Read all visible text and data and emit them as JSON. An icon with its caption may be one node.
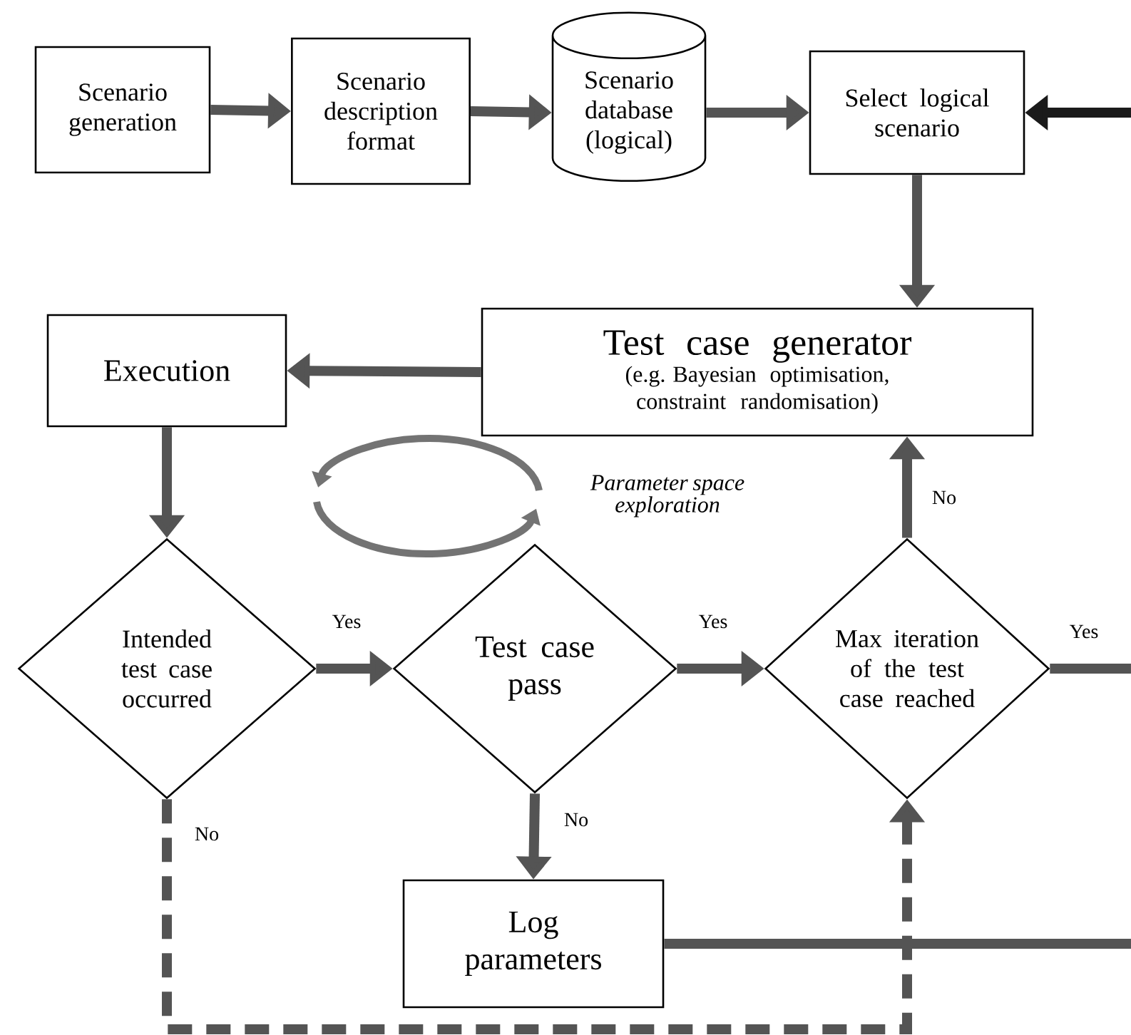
{
  "diagram": {
    "nodes": [
      {
        "text": [
          "Scenario generation"
        ]
      },
      {
        "text": [
          "Scenario description format"
        ]
      },
      {
        "text": [
          "Scenario database (logical)"
        ]
      },
      {
        "text": [
          "Select logical scenario"
        ]
      },
      {
        "text": [
          "Test case generator",
          "(e.g. Bayesian optimisation, constraint randomisation)"
        ]
      },
      {
        "text": [
          "Execution"
        ]
      },
      {
        "text": [
          "Intended test case occurred"
        ]
      },
      {
        "text": [
          "Test case pass"
        ]
      },
      {
        "text": [
          "Max iteration of the test case reached"
        ]
      },
      {
        "text": [
          "Log parameters"
        ]
      }
    ],
    "edges": [
      {
        "from": 0,
        "to": 1,
        "arrow": "to"
      },
      {
        "from": 1,
        "to": 2,
        "arrow": "to"
      },
      {
        "from": 2,
        "to": 3,
        "arrow": "to"
      },
      {
        "from": null,
        "to": 3,
        "arrow": "to",
        "color": "#1a1a1a"
      },
      {
        "from": 3,
        "to": 4,
        "arrow": "to"
      },
      {
        "from": 4,
        "to": 5,
        "arrow": "to"
      },
      {
        "from": 5,
        "to": 6,
        "arrow": "to"
      },
      {
        "from": 6,
        "to": 7,
        "arrow": "to",
        "label": "Yes"
      },
      {
        "from": 7,
        "to": 8,
        "arrow": "to",
        "label": "Yes"
      },
      {
        "from": 8,
        "to": 4,
        "arrow": "to",
        "label": "No"
      },
      {
        "from": 8,
        "to": null,
        "arrow": "none",
        "label": "Yes"
      },
      {
        "from": 7,
        "to": 9,
        "arrow": "to",
        "label": "No"
      },
      {
        "from": 9,
        "to": null,
        "arrow": "none"
      },
      {
        "from": 6,
        "to": 8,
        "arrow": "to",
        "label": "No",
        "style": "dashed"
      }
    ],
    "labels": [
      "Parameter space exploration"
    ]
  }
}
